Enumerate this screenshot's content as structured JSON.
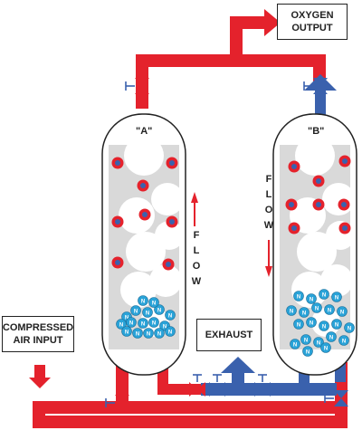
{
  "labels": {
    "oxygen_output": "OXYGEN\nOUTPUT",
    "compressed_air_input": "COMPRESSED\nAIR INPUT",
    "exhaust": "EXHAUST",
    "tower_a": "\"A\"",
    "tower_b": "\"B\"",
    "flow_a": "FLOW",
    "flow_b": "FLOW",
    "molecule_letter": "N"
  },
  "colors": {
    "oxygen_red": "#e4222c",
    "nitrogen_blue": "#3a61ad",
    "molecule_blue": "#2aa3d8",
    "tower_fill": "#d9d9d9",
    "outline": "#222222"
  },
  "counts": {
    "tower_a_oxygen_molecules": 8,
    "tower_a_nitrogen_molecules": 17,
    "tower_b_oxygen_molecules": 8,
    "tower_b_nitrogen_molecules": 21
  }
}
